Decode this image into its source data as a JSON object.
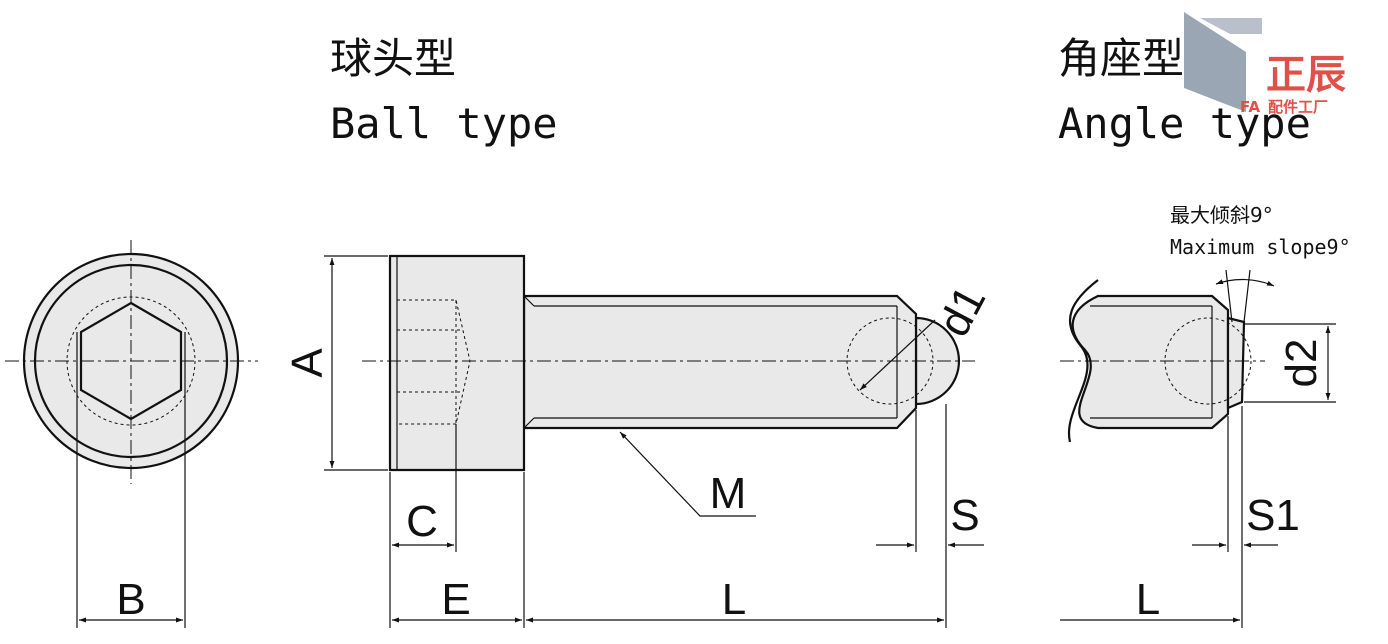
{
  "titles": {
    "ball_cn": "球头型",
    "ball_en": "Ball type",
    "angle_cn": "角座型",
    "angle_en": "Angle type"
  },
  "note": {
    "cn": "最大倾斜9°",
    "en": "Maximum slope9°"
  },
  "dimensions": {
    "A": "A",
    "B": "B",
    "C": "C",
    "E": "E",
    "L_ball": "L",
    "L_angle": "L",
    "M": "M",
    "S": "S",
    "S1": "S1",
    "d1": "d1",
    "d2": "d2"
  },
  "logo": {
    "name": "正辰",
    "prefix": "FA",
    "sub": "配件工厂"
  },
  "colors": {
    "part_fill": "#e9e9e9",
    "line": "#111111",
    "logo_red": "#e0504a",
    "logo_grey": "#8a96a8"
  }
}
